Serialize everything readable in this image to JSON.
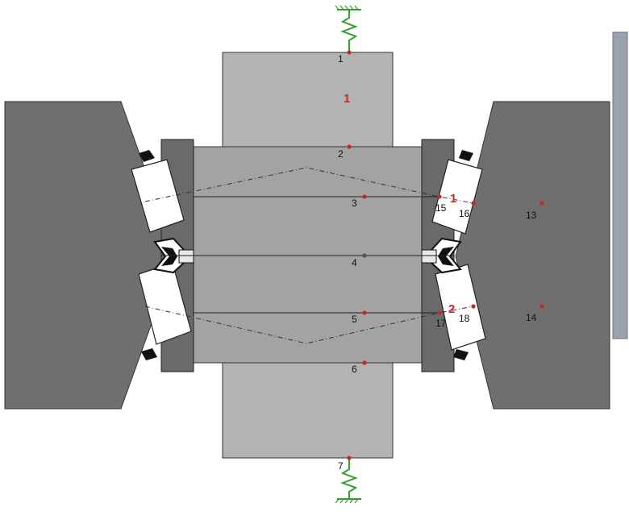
{
  "colors": {
    "housing": "#6f6f6f",
    "shaft": "#b3b3b3",
    "shaft_core": "#a3a3a3",
    "cone": "#6a6a6a",
    "roller": "#ffffff",
    "spring": "#2f9e2f",
    "node": "#c62828",
    "label_red": "#c62828",
    "label_black": "#111111",
    "plate": "#9aa3ad",
    "outline": "#222222"
  },
  "diagram": {
    "nodes": [
      {
        "id": "1",
        "label": "1"
      },
      {
        "id": "2",
        "label": "2"
      },
      {
        "id": "3",
        "label": "3"
      },
      {
        "id": "4",
        "label": "4"
      },
      {
        "id": "5",
        "label": "5"
      },
      {
        "id": "6",
        "label": "6"
      },
      {
        "id": "7",
        "label": "7"
      },
      {
        "id": "13",
        "label": "13"
      },
      {
        "id": "14",
        "label": "14"
      },
      {
        "id": "15",
        "label": "15"
      },
      {
        "id": "16",
        "label": "16"
      },
      {
        "id": "17",
        "label": "17"
      },
      {
        "id": "18",
        "label": "18"
      }
    ],
    "red_labels": {
      "shaft": "1",
      "bearing_upper": "1",
      "bearing_lower": "2"
    }
  }
}
